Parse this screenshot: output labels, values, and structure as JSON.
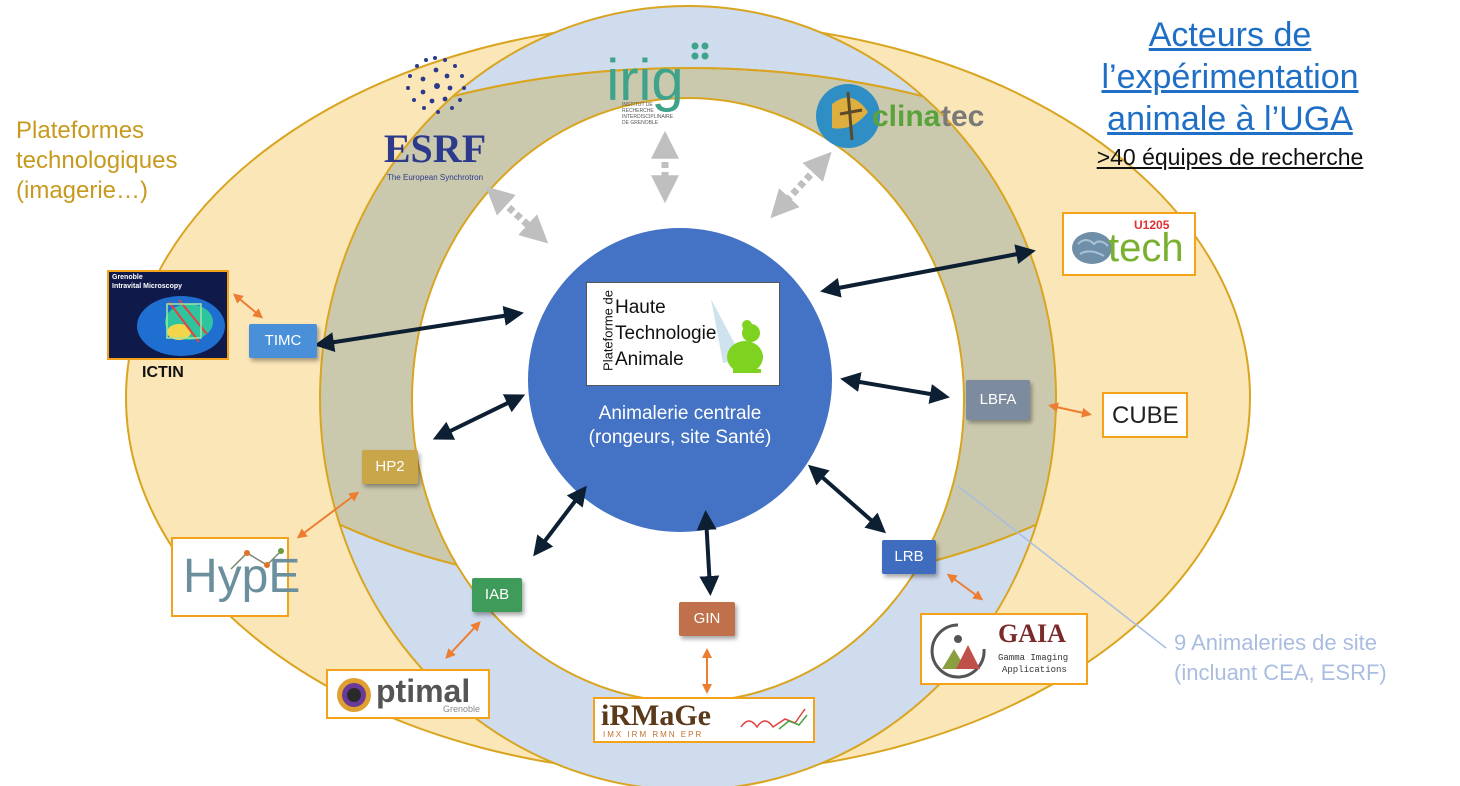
{
  "title": {
    "lines": [
      "Acteurs de",
      "l’expérimentation",
      "animale à l’UGA"
    ],
    "subtitle": ">40 équipes de recherche"
  },
  "outer_ring_label": [
    "Plateformes",
    "technologiques",
    "(imagerie…)"
  ],
  "inner_ring_label": [
    "9 Animaleries de site",
    "(incluant CEA, ESRF)"
  ],
  "center": {
    "caption_lines": [
      "Animalerie centrale",
      "(rongeurs, site Santé)"
    ],
    "pht_logo": {
      "vertical": "Plateforme de",
      "lines": [
        "Haute",
        "Technologie",
        "Animale"
      ]
    }
  },
  "top_logos": {
    "esrf": {
      "name": "ESRF",
      "tagline": "The European Synchrotron"
    },
    "irig": {
      "name": "irig",
      "tagline_lines": [
        "INSTITUT DE",
        "RECHERCHE",
        "INTERDISCIPLINAIRE",
        "DE GRENOBLE"
      ]
    },
    "clinatec": {
      "name_a": "clina",
      "name_b": "tec"
    }
  },
  "site_boxes": {
    "timc": "TIMC",
    "hp2": "HP2",
    "iab": "IAB",
    "gin": "GIN",
    "lrb": "LRB",
    "lbfa": "LBFA"
  },
  "platforms": {
    "ictin": {
      "name": "ICTIN",
      "logo_lines": [
        "Grenoble",
        "Intravital Microscopy"
      ]
    },
    "hype": {
      "name": "HypE"
    },
    "optimal": {
      "name": "ptimal",
      "sub": "Grenoble"
    },
    "irmage": {
      "name": "iRMaGe",
      "sub": "IMX IRM RMN EPR"
    },
    "gaia": {
      "name": "GAIA",
      "sub_lines": [
        "Gamma Imaging",
        "Applications"
      ]
    },
    "cube": {
      "name": "CUBE"
    },
    "tech": {
      "code": "U1205",
      "name": "tech"
    }
  },
  "colors": {
    "outer_ring": "#fbe6b8",
    "ring_border": "#d9a521",
    "middle_ring": "#cfdcee",
    "grey_overlap": "#cbc9ad",
    "central_circle": "#4472c4",
    "arrow_dark": "#0d1f33",
    "arrow_grey": "#bfbfbf",
    "arrow_orange": "#ed7d31",
    "timc": "#4a90d9",
    "hp2": "#c9a64a",
    "iab": "#3e9b5a",
    "gin": "#c0704a",
    "lrb": "#3f6cbf",
    "lbfa": "#7c8b9d"
  }
}
